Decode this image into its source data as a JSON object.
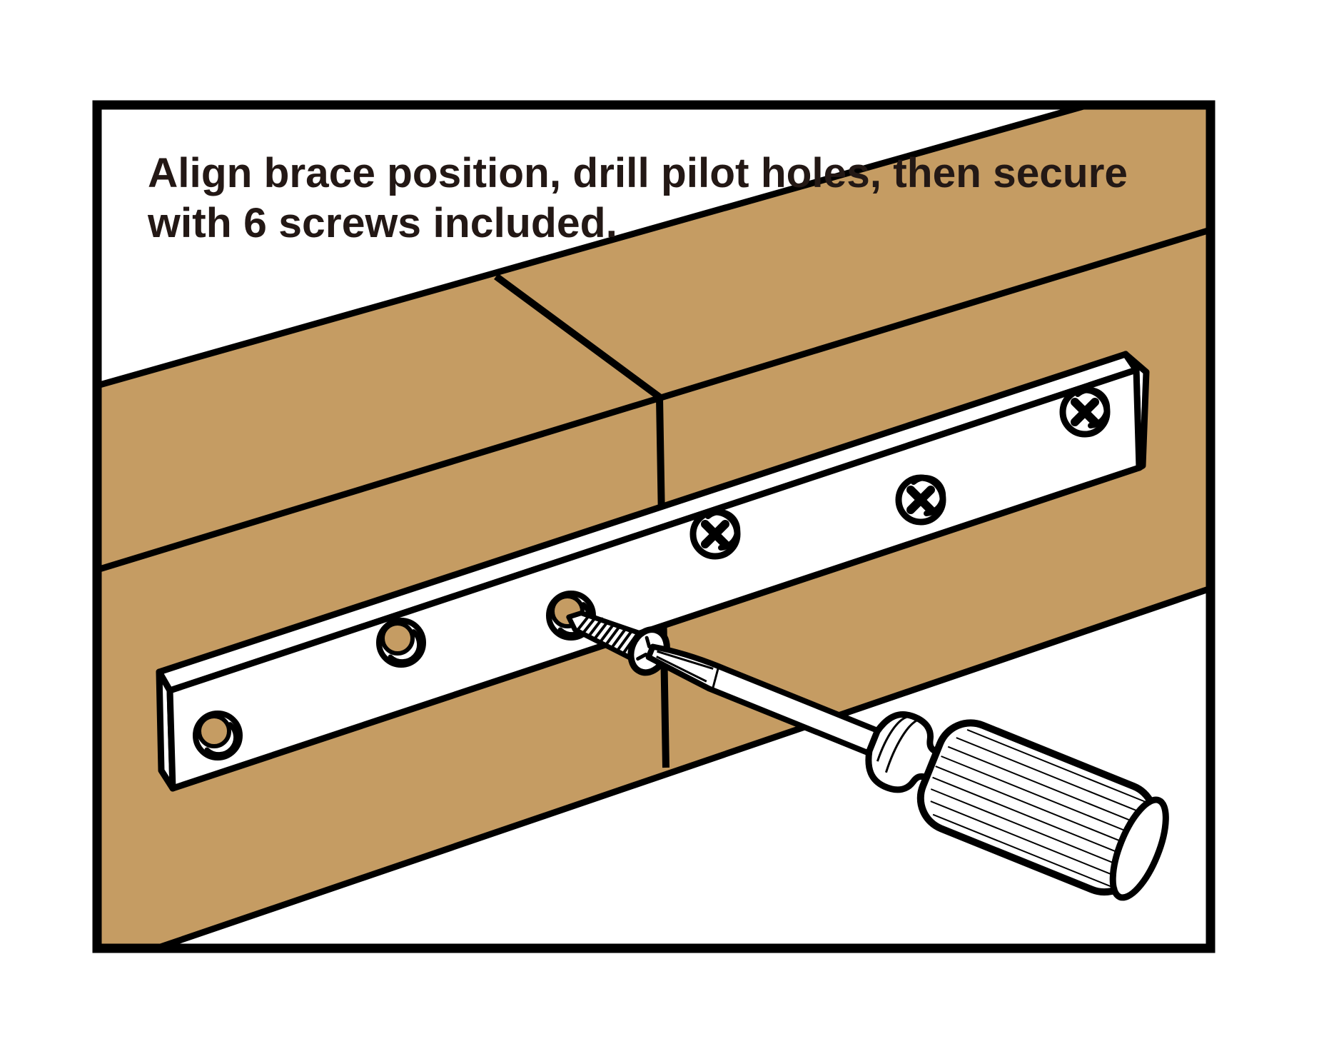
{
  "caption": {
    "line1": "Align brace position, drill pilot holes, then secure",
    "line2": "with 6 screws included."
  },
  "colors": {
    "wood": "#C59C63",
    "outline": "#000000",
    "ink": "#231815",
    "paper": "#FFFFFF",
    "metal": "#FFFFFF"
  },
  "scene": {
    "boards": 2,
    "plate_fastening_positions": 6,
    "installed_screws": 3,
    "empty_pilot_holes": 2,
    "screws_being_driven": 1,
    "brace": "metal mending plate across board joint",
    "tool": "screwdriver"
  }
}
